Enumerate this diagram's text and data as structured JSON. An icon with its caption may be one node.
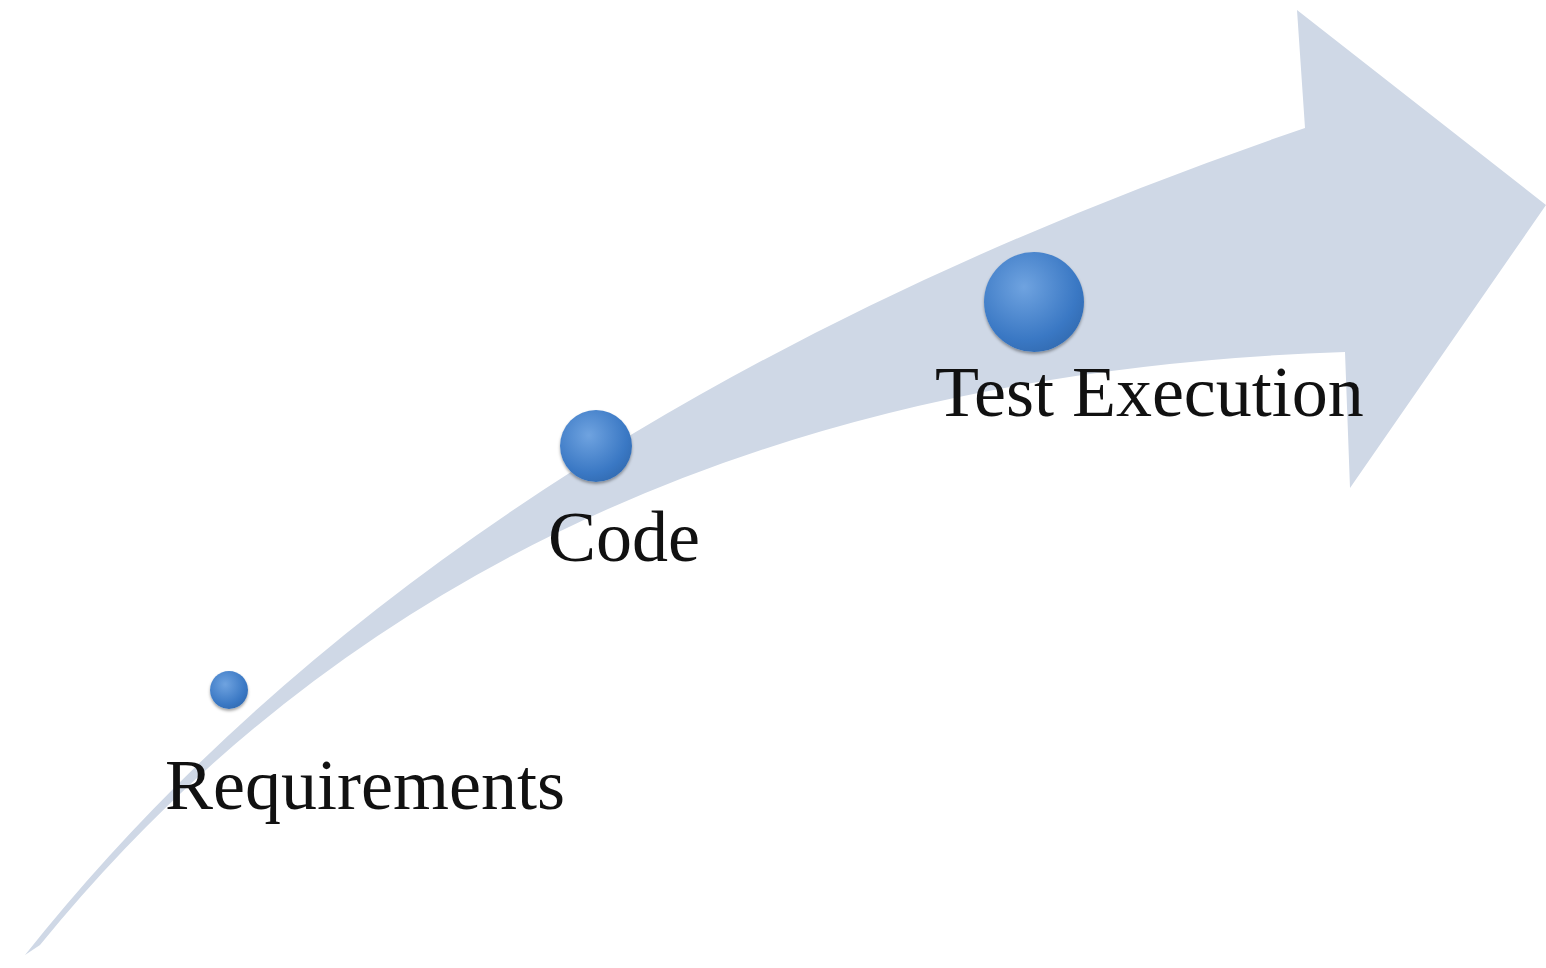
{
  "diagram": {
    "nodes": [
      {
        "text": [],
        "shape": "circle",
        "beside": [
          "Requirements"
        ]
      },
      {
        "text": [],
        "shape": "circle",
        "beside": [
          "Code"
        ]
      },
      {
        "text": [],
        "shape": "circle",
        "beside": [
          "Test Execution"
        ]
      }
    ]
  }
}
